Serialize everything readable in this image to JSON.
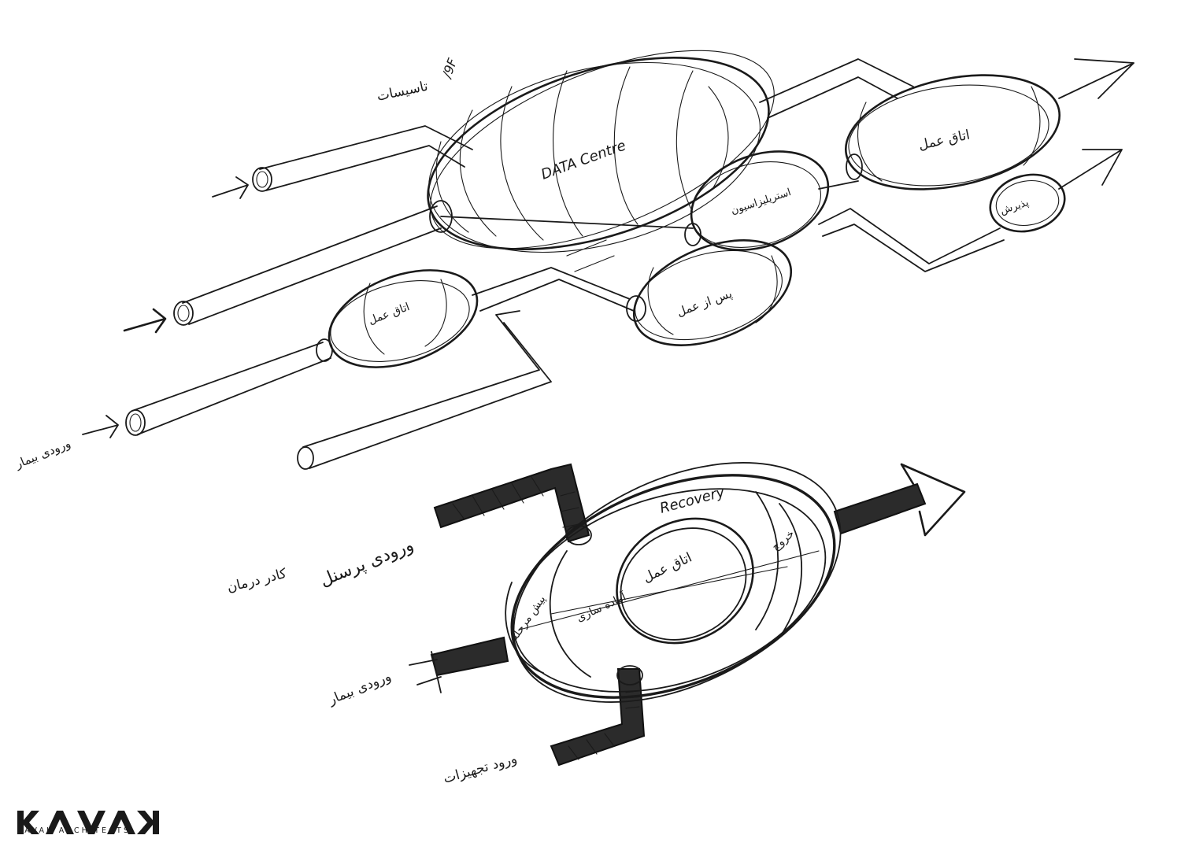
{
  "labels": {
    "data_centre": "DATA Centre",
    "recovery": "Recovery",
    "facilities": "تاسیسات",
    "facilities_note": "/9F",
    "or_room_top": "اتاق عمل",
    "sterilization_top": "استریلیزاسیون",
    "anesthesia": "اتاق عمل",
    "post_op": "پس از عمل",
    "reception": "پذیرش",
    "patient_entry_top": "ورودی بیمار",
    "staff_entry": "ورودی پرسنل",
    "staff_entry_note": "کادر درمان",
    "patient_entry_bottom": "ورودی بیمار",
    "equipment_entry": "ورود تجهیزات",
    "or_room_bottom": "اتاق عمل",
    "preparation": "پیش مرحله",
    "pre_op": "آماده سازی",
    "exit": "خروج"
  },
  "brand": {
    "logo_text": "KAVAK",
    "subtitle": "KAVAK ARCHITECTS"
  },
  "colors": {
    "ink": "#1a1a1a",
    "paper": "#ffffff"
  }
}
